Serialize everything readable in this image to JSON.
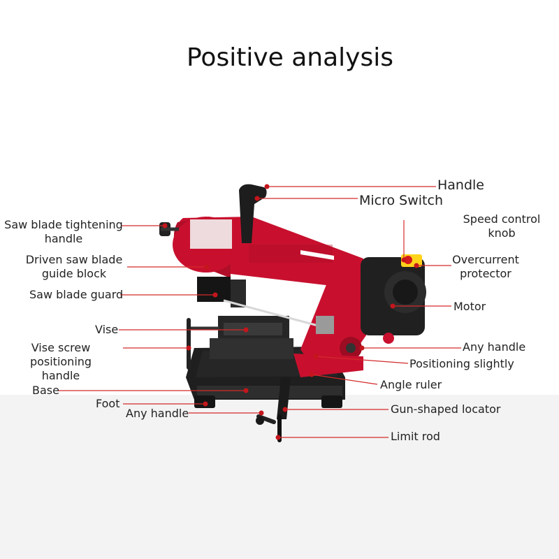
{
  "title": "Positive analysis",
  "labels": {
    "handle": "Handle",
    "micro_switch": "Micro Switch",
    "saw_blade_tightening_handle": [
      "Saw blade tightening",
      "handle"
    ],
    "speed_control_knob": [
      "Speed control",
      "knob"
    ],
    "driven_saw_blade_guide_block": [
      "Driven saw blade",
      "guide block"
    ],
    "overcurrent_protector": [
      "Overcurrent",
      "protector"
    ],
    "saw_blade_guard": "Saw blade guard",
    "motor": "Motor",
    "vise": "Vise",
    "any_handle_right": "Any handle",
    "vise_screw_positioning_handle": [
      "Vise screw positioning",
      "handle"
    ],
    "positioning_slightly": "Positioning slightly",
    "angle_ruler": "Angle ruler",
    "base": "Base",
    "foot": "Foot",
    "gun_shaped_locator": "Gun-shaped locator",
    "any_handle_left": "Any handle",
    "limit_rod": "Limit rod"
  },
  "colors": {
    "leader_line": "#d42a2a",
    "dot": "#c4161c",
    "machine_red": "#c8102e",
    "machine_black": "#1c1c1c",
    "floor": "#f3f3f3"
  }
}
